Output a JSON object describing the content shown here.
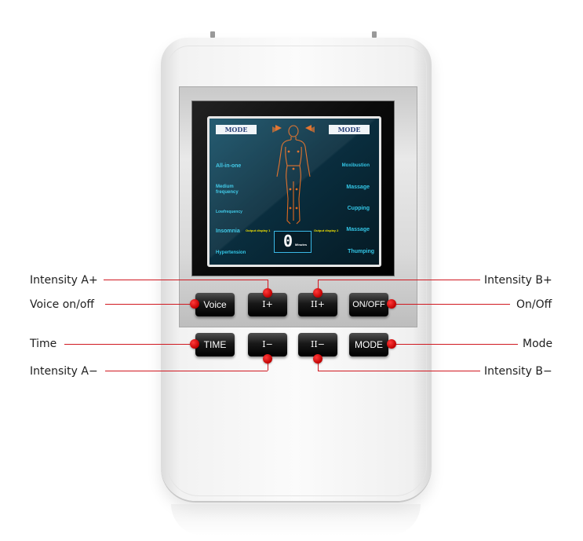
{
  "lcd": {
    "mode_left": "MODE",
    "mode_right": "MODE",
    "left_modes": [
      "All-in-one",
      "Medium frequency",
      "Lowfrequency",
      "Insomnia",
      "Hypertension"
    ],
    "right_modes": [
      "Moxibustion",
      "Massage",
      "Cupping",
      "Massage",
      "Thumping"
    ],
    "output_a": "Output display 1",
    "output_b": "Output display 2",
    "timer_value": "0",
    "timer_unit": "Minutes"
  },
  "buttons": {
    "voice": "Voice",
    "intensity_a_up": "I+",
    "intensity_b_up": "II+",
    "on_off": "ON/OFF",
    "time": "TIME",
    "intensity_a_down": "I−",
    "intensity_b_down": "II−",
    "mode": "MODE"
  },
  "callouts": {
    "intensity_a_plus": "Intensity A+",
    "voice_on_off": "Voice on/off",
    "time": "Time",
    "intensity_a_minus": "Intensity A−",
    "intensity_b_plus": "Intensity B+",
    "on_off": "On/Off",
    "mode": "Mode",
    "intensity_b_minus": "Intensity B−"
  },
  "colors": {
    "callout_red": "#d01820",
    "lcd_cyan": "#33c6e6",
    "lcd_background": "#0a2f40",
    "body_figure": "#e06a20"
  }
}
